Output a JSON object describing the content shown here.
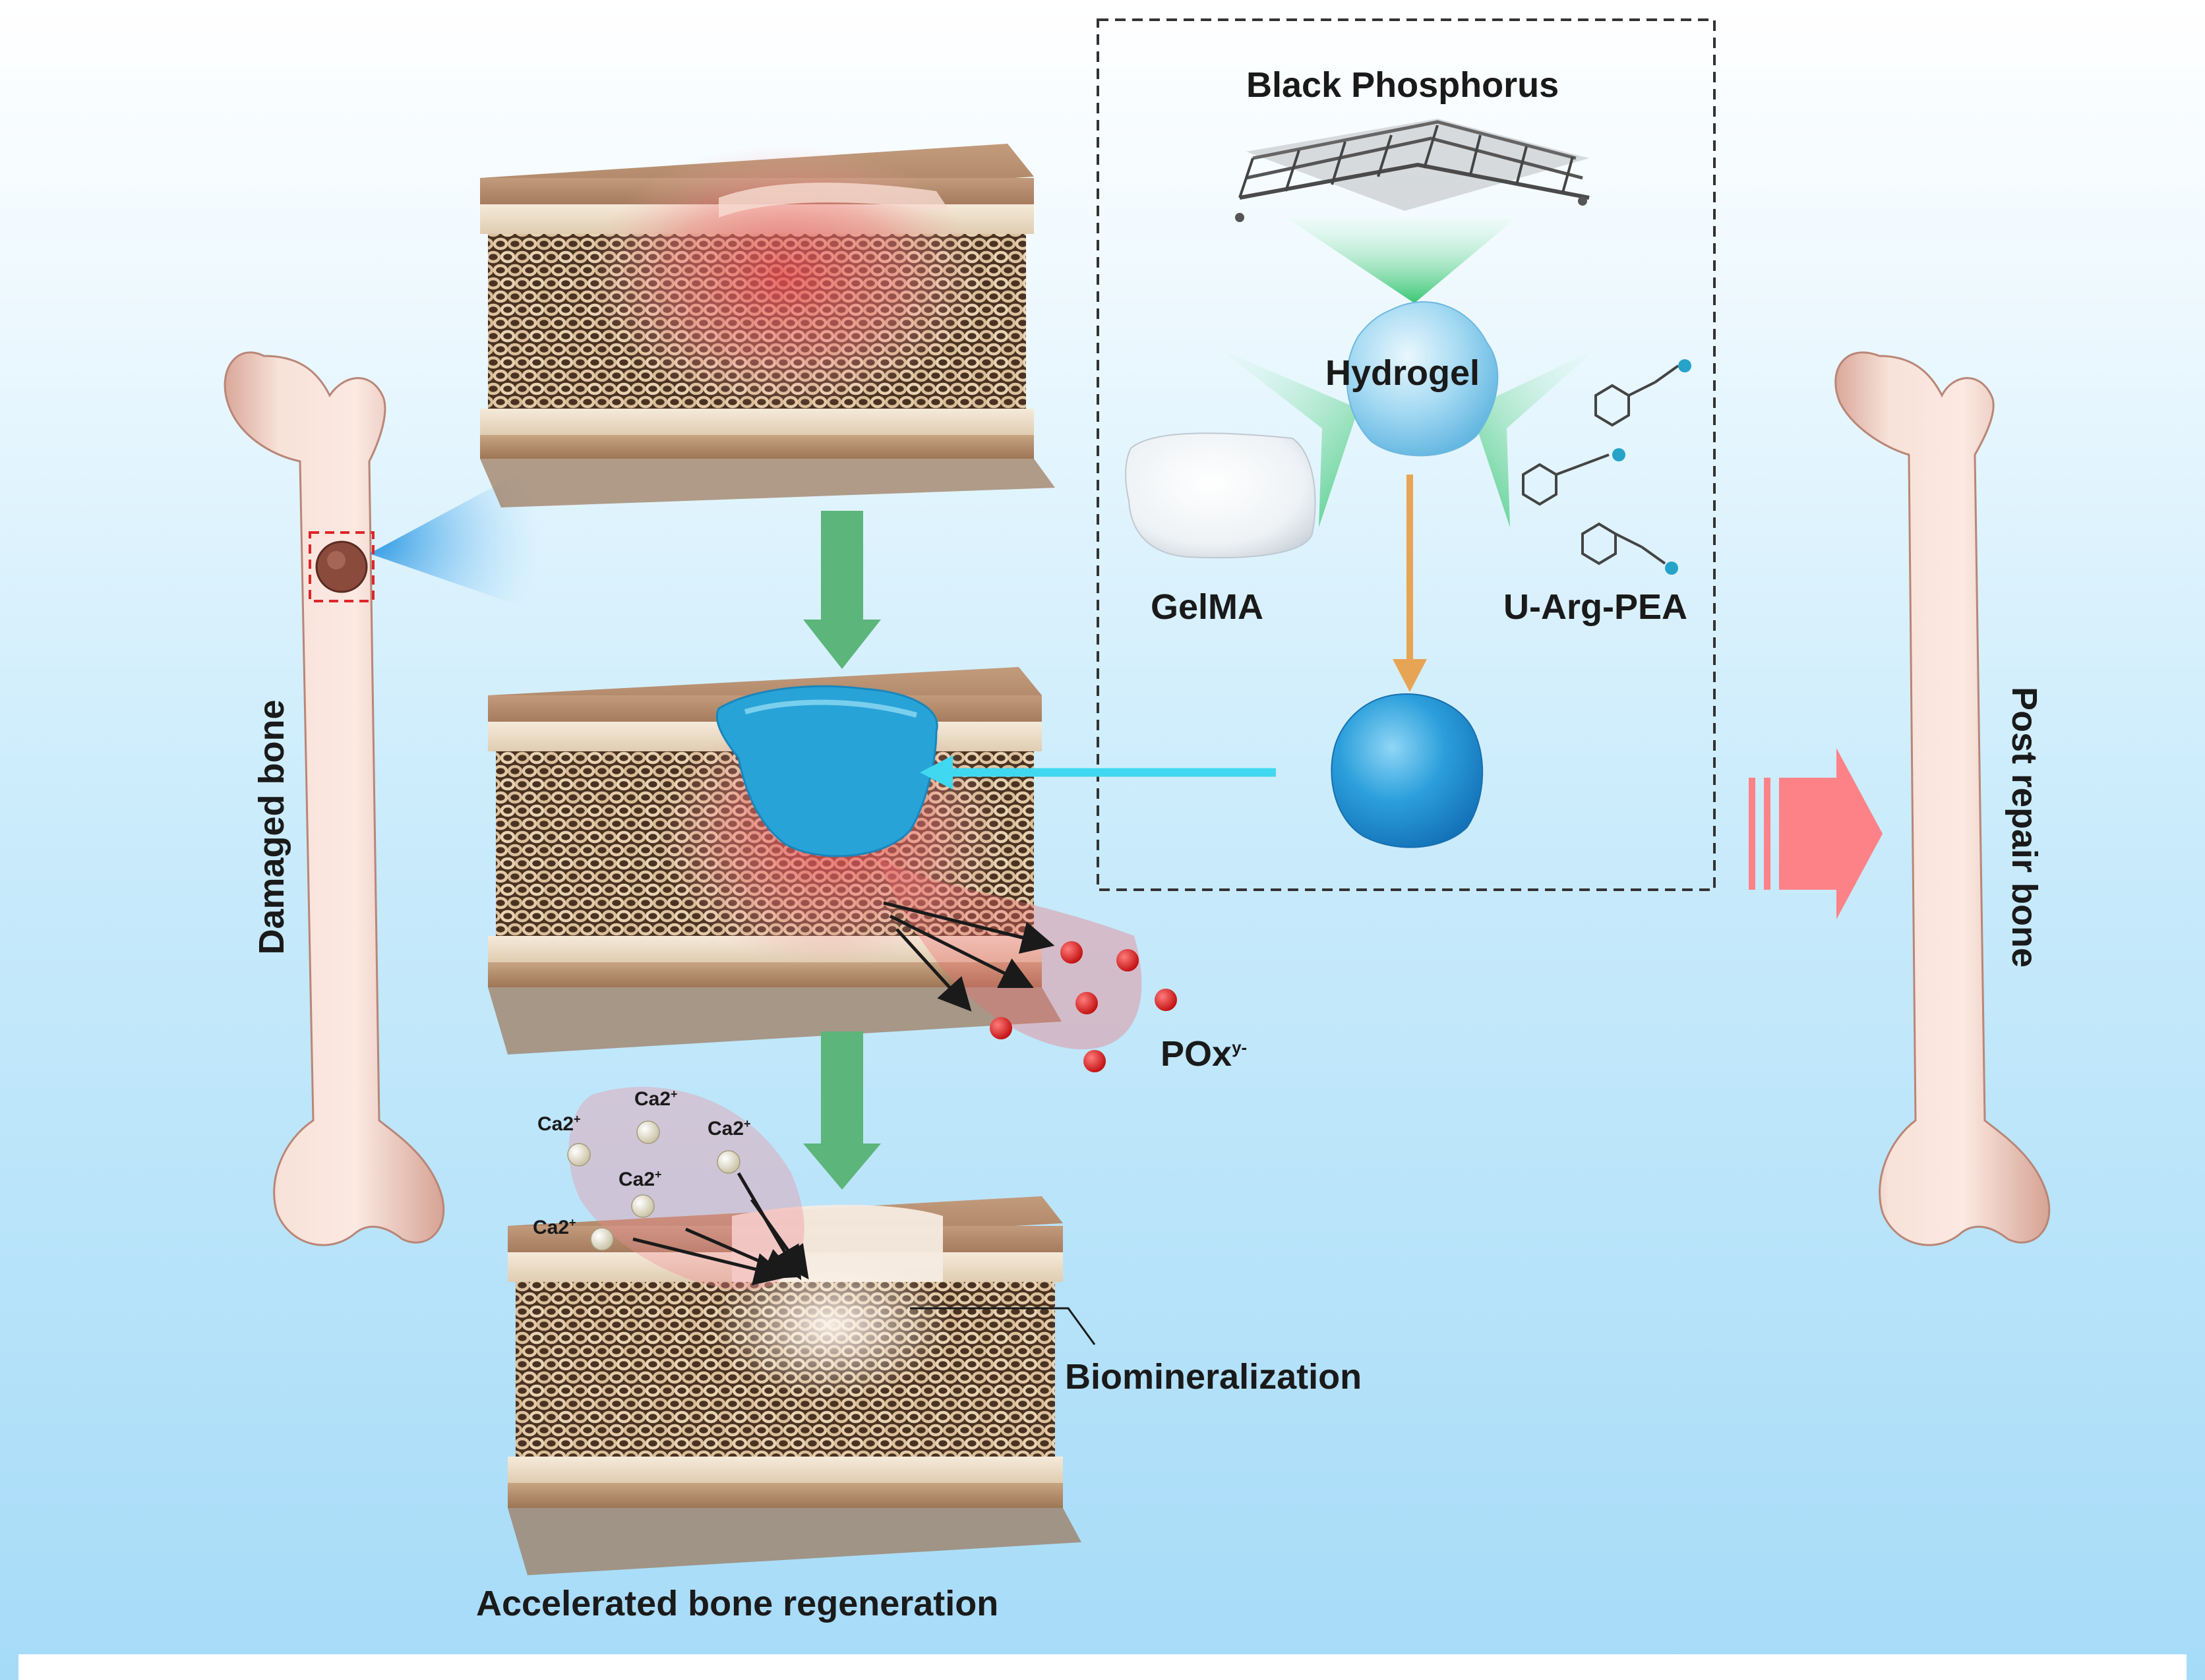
{
  "labels": {
    "black_phosphorus": "Black Phosphorus",
    "hydrogel": "Hydrogel",
    "gelma": "GelMA",
    "u_arg_pea": "U-Arg-PEA",
    "damaged_bone": "Damaged bone",
    "post_repair_bone": "Post repair bone",
    "pox": "POx",
    "pox_superscript": "y-",
    "ca": "Ca2",
    "ca_superscript": "+",
    "biomineralization": "Biomineralization",
    "accelerated": "Accelerated bone regeneration"
  },
  "colors": {
    "background_top": "#ffffff",
    "background_bottom": "#a8dcf8",
    "bone": "#f6dcd3",
    "hydrogel_blue": "#2aa8dc",
    "hydrogel_light": "#b6e3f5",
    "arrow_green": "#5cb57a",
    "arrow_orange": "#e8a455",
    "arrow_cyan": "#3fd8f0",
    "arrow_pink": "#fc8288",
    "red_dot": "#e01a1a",
    "tissue_tan": "#c9a07a",
    "tissue_red": "#e8545a"
  }
}
